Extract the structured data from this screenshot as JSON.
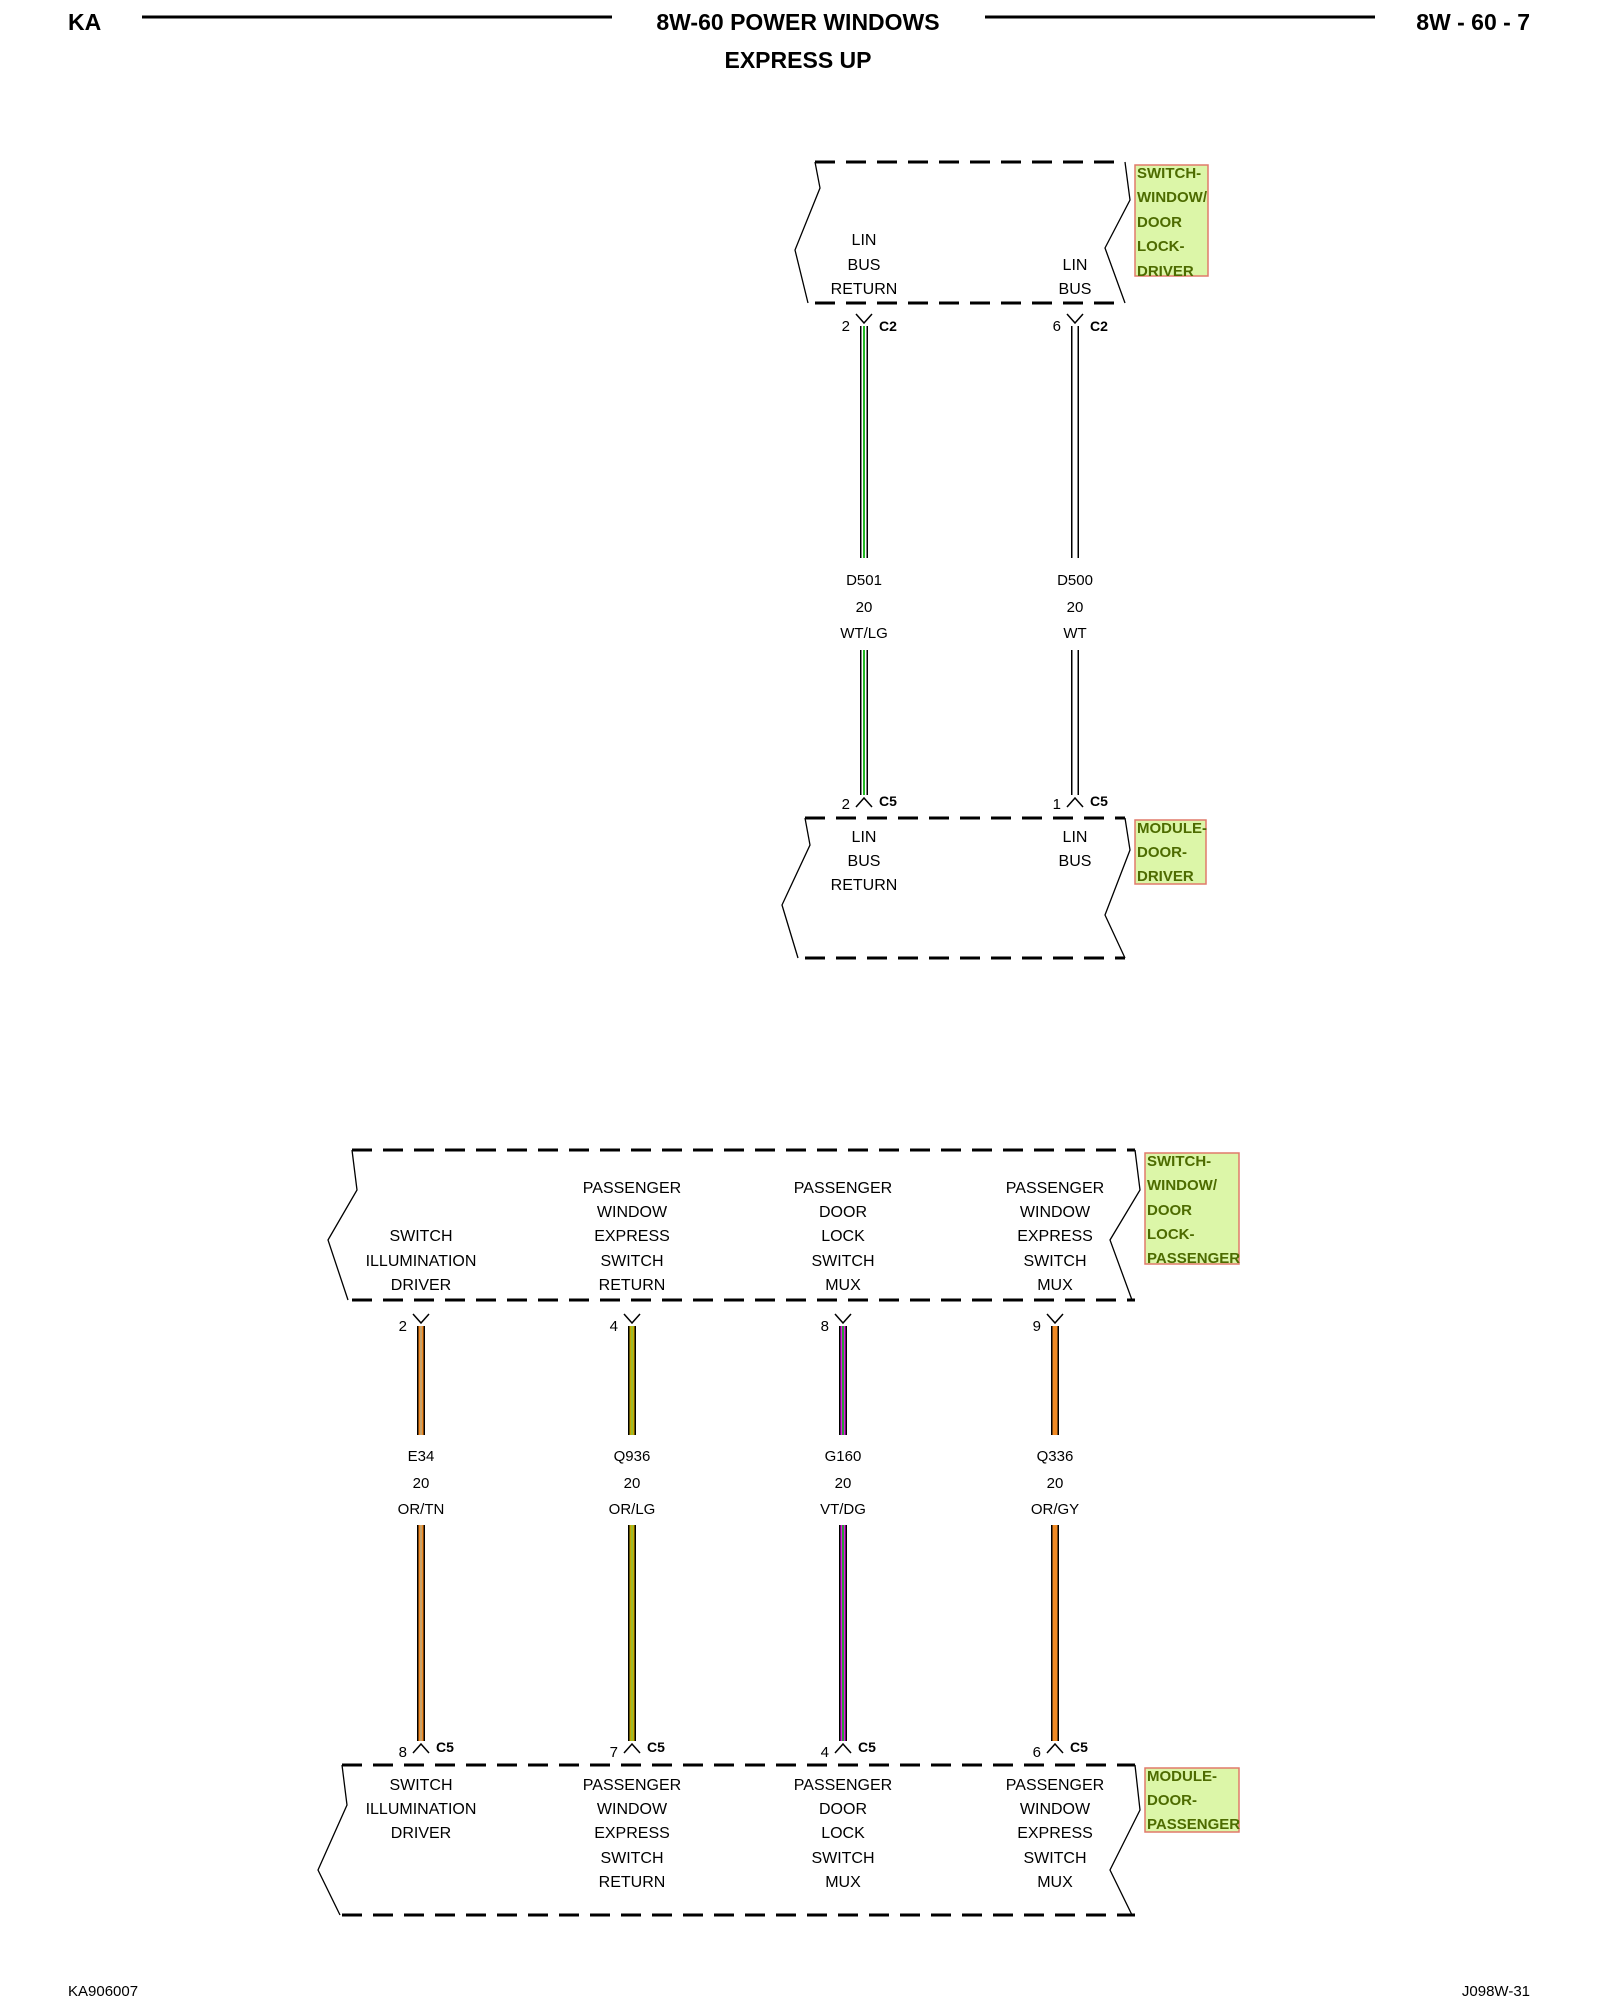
{
  "header": {
    "left_code": "KA",
    "title": "8W-60 POWER WINDOWS",
    "subtitle": "EXPRESS UP",
    "page_ref": "8W - 60 - 7"
  },
  "footer": {
    "left_code": "KA906007",
    "right_code": "J098W-31"
  },
  "components": {
    "switch_driver": {
      "name_lines": [
        "SWITCH-",
        "WINDOW/",
        "DOOR",
        "LOCK-",
        "DRIVER"
      ],
      "pins": [
        {
          "label": [
            "LIN",
            "BUS",
            "RETURN"
          ],
          "pin": "2",
          "connector": "C2"
        },
        {
          "label": [
            "LIN",
            "BUS"
          ],
          "pin": "6",
          "connector": "C2"
        }
      ]
    },
    "module_driver": {
      "name_lines": [
        "MODULE-",
        "DOOR-",
        "DRIVER"
      ],
      "pins": [
        {
          "label": [
            "LIN",
            "BUS",
            "RETURN"
          ],
          "pin": "2",
          "connector": "C5"
        },
        {
          "label": [
            "LIN",
            "BUS"
          ],
          "pin": "1",
          "connector": "C5"
        }
      ]
    },
    "switch_passenger": {
      "name_lines": [
        "SWITCH-",
        "WINDOW/",
        "DOOR",
        "LOCK-",
        "PASSENGER"
      ],
      "pins": [
        {
          "label": [
            "SWITCH",
            "ILLUMINATION",
            "DRIVER"
          ],
          "pin": "2"
        },
        {
          "label": [
            "PASSENGER",
            "WINDOW",
            "EXPRESS",
            "SWITCH",
            "RETURN"
          ],
          "pin": "4"
        },
        {
          "label": [
            "PASSENGER",
            "DOOR",
            "LOCK",
            "SWITCH",
            "MUX"
          ],
          "pin": "8"
        },
        {
          "label": [
            "PASSENGER",
            "WINDOW",
            "EXPRESS",
            "SWITCH",
            "MUX"
          ],
          "pin": "9"
        }
      ]
    },
    "module_passenger": {
      "name_lines": [
        "MODULE-",
        "DOOR-",
        "PASSENGER"
      ],
      "pins": [
        {
          "label": [
            "SWITCH",
            "ILLUMINATION",
            "DRIVER"
          ],
          "pin": "8",
          "connector": "C5"
        },
        {
          "label": [
            "PASSENGER",
            "WINDOW",
            "EXPRESS",
            "SWITCH",
            "RETURN"
          ],
          "pin": "7",
          "connector": "C5"
        },
        {
          "label": [
            "PASSENGER",
            "DOOR",
            "LOCK",
            "SWITCH",
            "MUX"
          ],
          "pin": "4",
          "connector": "C5"
        },
        {
          "label": [
            "PASSENGER",
            "WINDOW",
            "EXPRESS",
            "SWITCH",
            "MUX"
          ],
          "pin": "6",
          "connector": "C5"
        }
      ]
    }
  },
  "wires": [
    {
      "circuit": "D501",
      "gauge": "20",
      "color_code": "WT/LG",
      "base_color": "#ffffff",
      "stripe_color": "#22bb22"
    },
    {
      "circuit": "D500",
      "gauge": "20",
      "color_code": "WT",
      "base_color": "#ffffff",
      "stripe_color": "#ffffff"
    },
    {
      "circuit": "E34",
      "gauge": "20",
      "color_code": "OR/TN",
      "base_color": "#f08a24",
      "stripe_color": "#c9a36a"
    },
    {
      "circuit": "Q936",
      "gauge": "20",
      "color_code": "OR/LG",
      "base_color": "#c8a800",
      "stripe_color": "#9bbb2a"
    },
    {
      "circuit": "G160",
      "gauge": "20",
      "color_code": "VT/DG",
      "base_color": "#dd22dd",
      "stripe_color": "#2a9a3a"
    },
    {
      "circuit": "Q336",
      "gauge": "20",
      "color_code": "OR/GY",
      "base_color": "#f08a24",
      "stripe_color": "#f08a24"
    }
  ]
}
